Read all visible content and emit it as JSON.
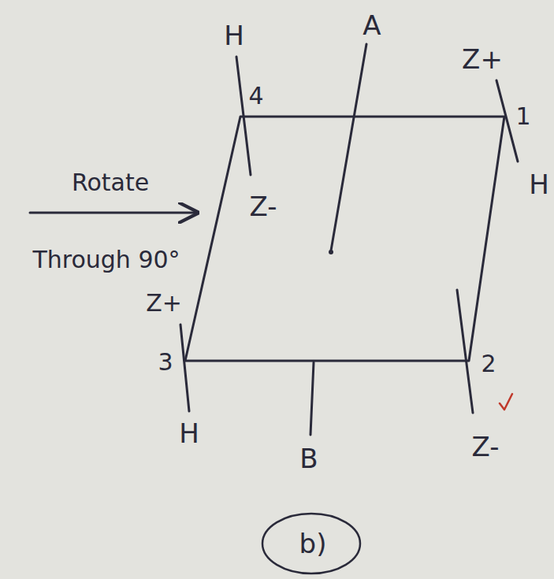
{
  "diagram": {
    "caption": "b)",
    "labels": [
      "H",
      "A",
      "Z+",
      "4",
      "1",
      "Rotate",
      "Z-",
      "H",
      "Through 90°",
      "Z+",
      "3",
      "2",
      "H",
      "Z-",
      "B"
    ]
  }
}
